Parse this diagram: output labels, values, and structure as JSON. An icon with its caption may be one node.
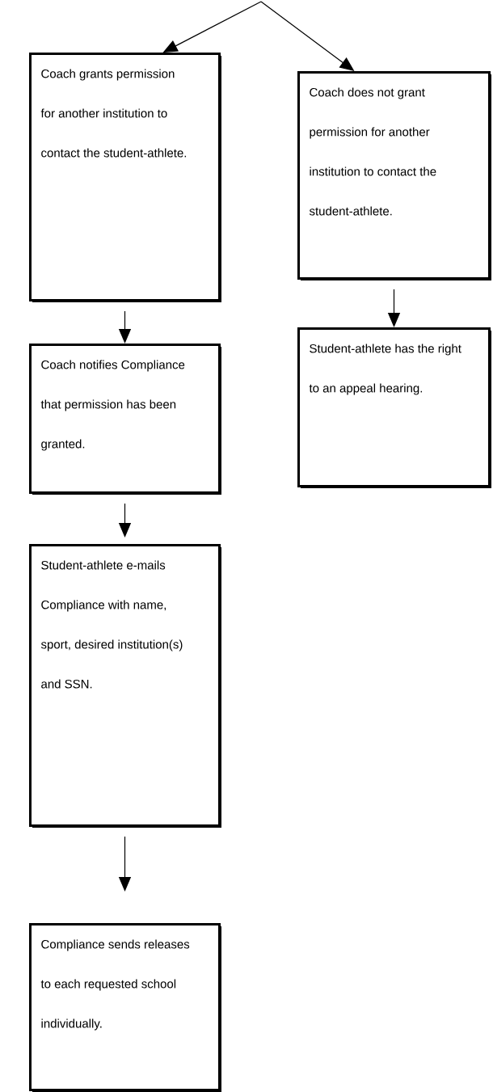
{
  "diagram": {
    "nodes": [
      {
        "text": [
          "Coach grants permission for another institution to contact the student-athlete."
        ]
      },
      {
        "text": [
          "Coach does not grant permission for another institution to contact the student-athlete."
        ]
      },
      {
        "text": [
          "Coach notifies Compliance that permission has been granted."
        ]
      },
      {
        "text": [
          "Student-athlete e-mails Compliance with name, sport, desired institution(s) and SSN."
        ]
      },
      {
        "text": [
          "Student-athlete has the right to an appeal hearing."
        ]
      },
      {
        "text": [
          "Compliance sends releases to each requested school individually."
        ]
      }
    ],
    "edges": [
      {
        "from": null,
        "to": 0,
        "arrow": "to"
      },
      {
        "from": null,
        "to": 1,
        "arrow": "to"
      },
      {
        "from": 0,
        "to": 2,
        "arrow": "to"
      },
      {
        "from": 1,
        "to": 4,
        "arrow": "to"
      },
      {
        "from": 2,
        "to": 3,
        "arrow": "to"
      },
      {
        "from": 3,
        "to": 5,
        "arrow": "to"
      }
    ]
  }
}
